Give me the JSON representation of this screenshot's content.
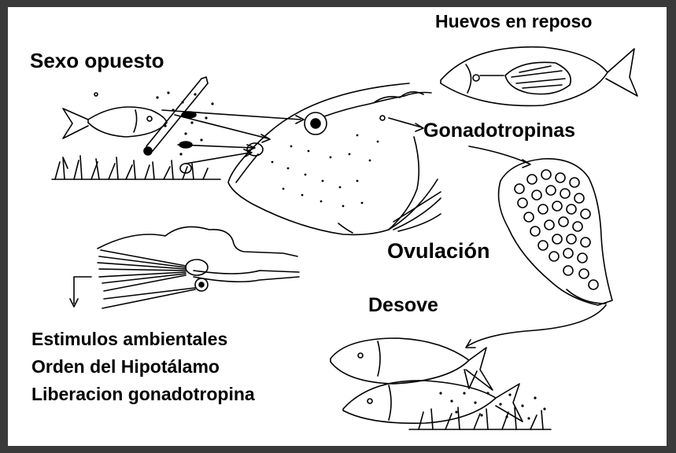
{
  "labels": {
    "huevos_en_reposo": "Huevos en reposo",
    "sexo_opuesto": "Sexo opuesto",
    "gonadotropinas": "Gonadotropinas",
    "ovulacion": "Ovulación",
    "desove": "Desove"
  },
  "legend": {
    "line1": "Estimulos ambientales",
    "line2": "Orden del Hipotálamo",
    "line3": "Liberacion gonadotropina"
  },
  "icons": [
    "fish-outline-icon",
    "thermometer-icon",
    "seaweed-icon",
    "fish-head-brain-icon",
    "fish-with-ovary-icon",
    "ovary-eggs-icon",
    "brain-hypothalamus-icon",
    "spawning-fish-pair-icon"
  ]
}
